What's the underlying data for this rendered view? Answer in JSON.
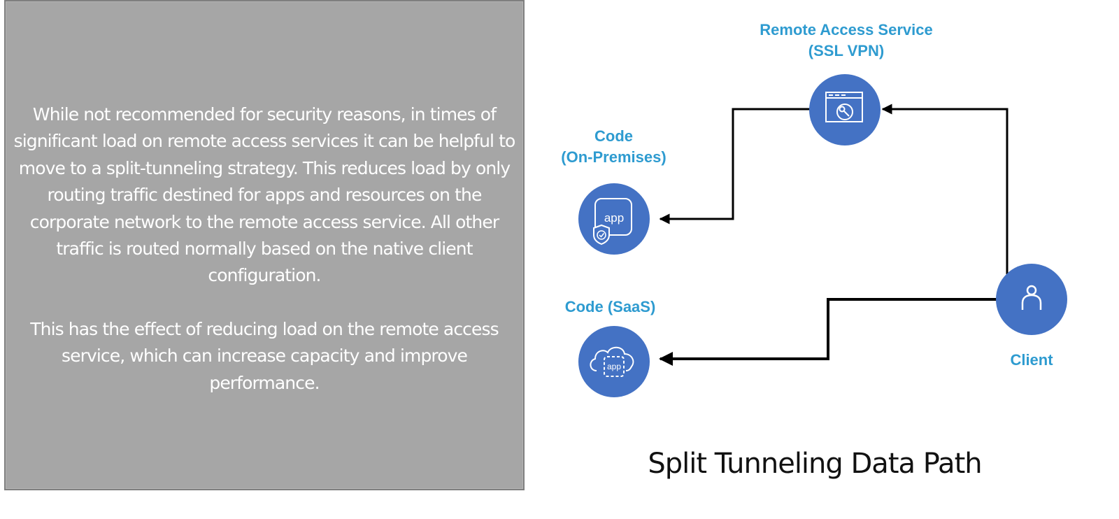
{
  "description_panel": {
    "paragraphs": [
      "While not recommended for security reasons, in times of significant load on remote access services it can be helpful to move to a split-tunneling strategy. This reduces load by only routing traffic destined for apps and resources on the corporate network to the remote access service. All other traffic is routed normally based on the native client configuration.",
      "This has the effect of reducing load on the remote access service, which can increase capacity and improve performance."
    ]
  },
  "diagram": {
    "title": "Split Tunneling Data Path",
    "colors": {
      "node_fill": "#4472c4",
      "label": "#2e9bd0",
      "connector": "#000000",
      "panel_bg": "#a6a6a6"
    },
    "nodes": {
      "remote_access": {
        "label_line1": "Remote Access Service",
        "label_line2": "(SSL VPN)",
        "icon": "browser-key-icon"
      },
      "code_onprem": {
        "label_line1": "Code",
        "label_line2": "(On-Premises)",
        "icon": "app-shield-icon",
        "icon_text": "app"
      },
      "code_saas": {
        "label": "Code (SaaS)",
        "icon": "cloud-app-icon",
        "icon_text": "app"
      },
      "client": {
        "label": "Client",
        "icon": "user-icon"
      }
    },
    "edges": [
      {
        "from": "client",
        "to": "remote_access"
      },
      {
        "from": "remote_access",
        "to": "code_onprem"
      },
      {
        "from": "client",
        "to": "code_saas"
      }
    ]
  }
}
